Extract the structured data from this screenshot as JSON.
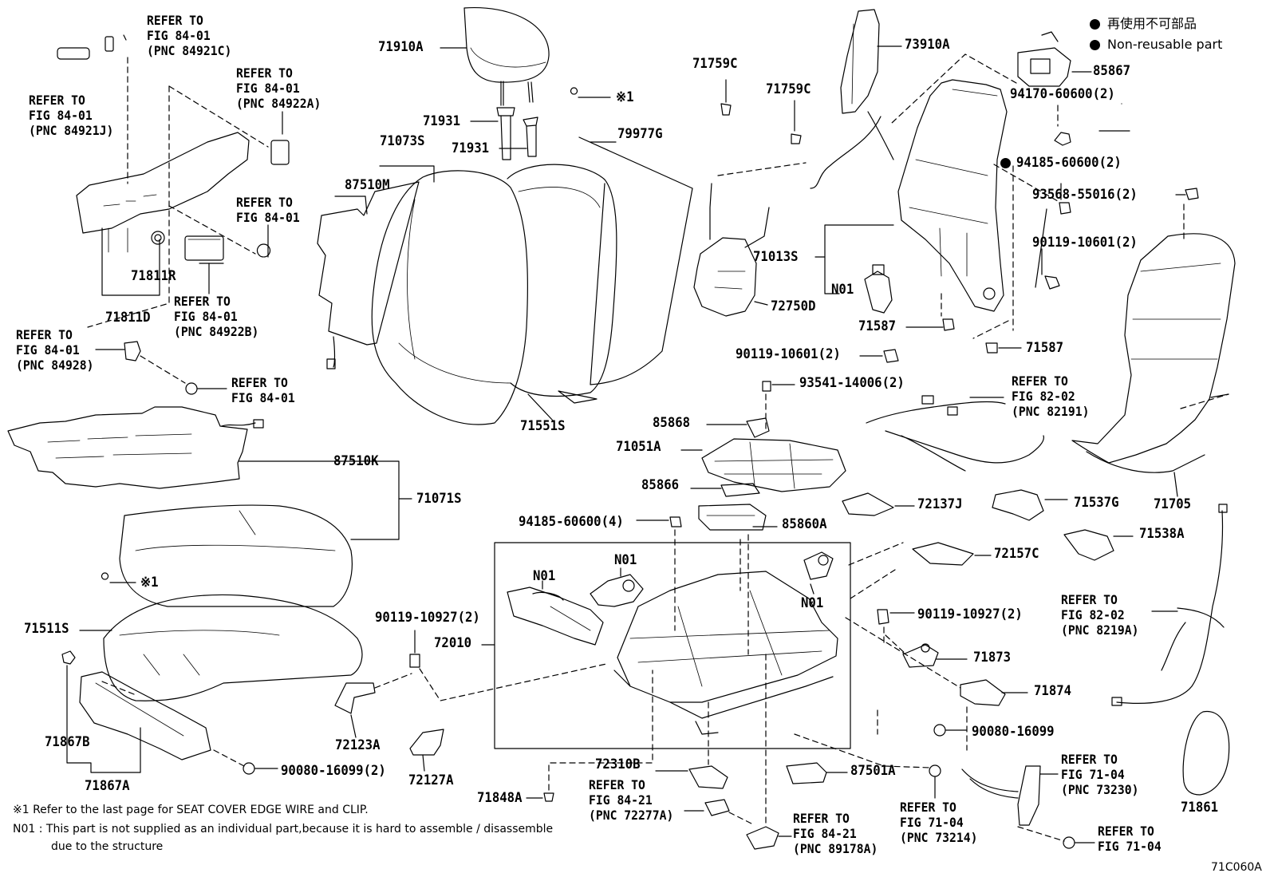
{
  "legend": {
    "line1": "再使用不可部品",
    "line2": "Non-reusable part"
  },
  "labels": {
    "l71910A": "71910A",
    "l71931a": "71931",
    "l71931b": "71931",
    "l71073S": "71073S",
    "l87510M": "87510M",
    "l79977G": "79977G",
    "l71759Ca": "71759C",
    "l71759Cb": "71759C",
    "l73910A": "73910A",
    "l85867": "85867",
    "l94170": "94170-60600(2)",
    "l94185a": "94185-60600(2)",
    "l93568": "93568-55016(2)",
    "l90119a": "90119-10601(2)",
    "l71013S": "71013S",
    "lN01a": "N01",
    "l72750D": "72750D",
    "l71587a": "71587",
    "l71587b": "71587",
    "l90119b": "90119-10601(2)",
    "l93541": "93541-14006(2)",
    "l85868": "85868",
    "l71051A": "71051A",
    "l85866": "85866",
    "l85860A": "85860A",
    "l72137J": "72137J",
    "l71537G": "71537G",
    "l71705": "71705",
    "l71538A": "71538A",
    "l94185b": "94185-60600(4)",
    "l72157C": "72157C",
    "lN01b": "N01",
    "lN01c": "N01",
    "lN01d": "N01",
    "l90119c": "90119-10927(2)",
    "l90119d": "90119-10927(2)",
    "l72010": "72010",
    "l71873": "71873",
    "l71874": "71874",
    "l90080a": "90080-16099",
    "l72123A": "72123A",
    "l72127A": "72127A",
    "l71848A": "71848A",
    "l72310B": "72310B",
    "l87501A": "87501A",
    "l71861": "71861",
    "l71551S": "71551S",
    "l87510K": "87510K",
    "l71071S": "71071S",
    "l71511S": "71511S",
    "l71867B": "71867B",
    "l71867A": "71867A",
    "l90080b": "90080-16099(2)",
    "l71811R": "71811R",
    "l71811D": "71811D",
    "lx1a": "※1",
    "lx1b": "※1",
    "lfig": "71C060A"
  },
  "refs": {
    "r1": [
      "REFER TO",
      "FIG 84-01",
      "(PNC 84921C)"
    ],
    "r2": [
      "REFER TO",
      "FIG 84-01",
      "(PNC 84921J)"
    ],
    "r3": [
      "REFER TO",
      "FIG 84-01",
      "(PNC 84922A)"
    ],
    "r4": [
      "REFER TO",
      "FIG 84-01"
    ],
    "r5": [
      "REFER TO",
      "FIG 84-01",
      "(PNC 84922B)"
    ],
    "r6": [
      "REFER TO",
      "FIG 84-01",
      "(PNC 84928)"
    ],
    "r7": [
      "REFER TO",
      "FIG 84-01"
    ],
    "r8": [
      "REFER TO",
      "FIG 82-02",
      "(PNC 82191)"
    ],
    "r9": [
      "REFER TO",
      "FIG 82-02",
      "(PNC 8219A)"
    ],
    "r10": [
      "REFER TO",
      "FIG 71-04",
      "(PNC 73230)"
    ],
    "r11": [
      "REFER TO",
      "FIG 84-21",
      "(PNC 72277A)"
    ],
    "r12": [
      "REFER TO",
      "FIG 84-21",
      "(PNC 89178A)"
    ],
    "r13": [
      "REFER TO",
      "FIG 71-04",
      "(PNC 73214)"
    ],
    "r14": [
      "REFER TO",
      "FIG 71-04"
    ]
  },
  "notes": {
    "n1": "※1  Refer to the last page for SEAT COVER EDGE WIRE and CLIP.",
    "n2": "N01 : This part is not supplied as an individual part,because it is hard to assemble / disassemble",
    "n3": "due to the structure"
  }
}
